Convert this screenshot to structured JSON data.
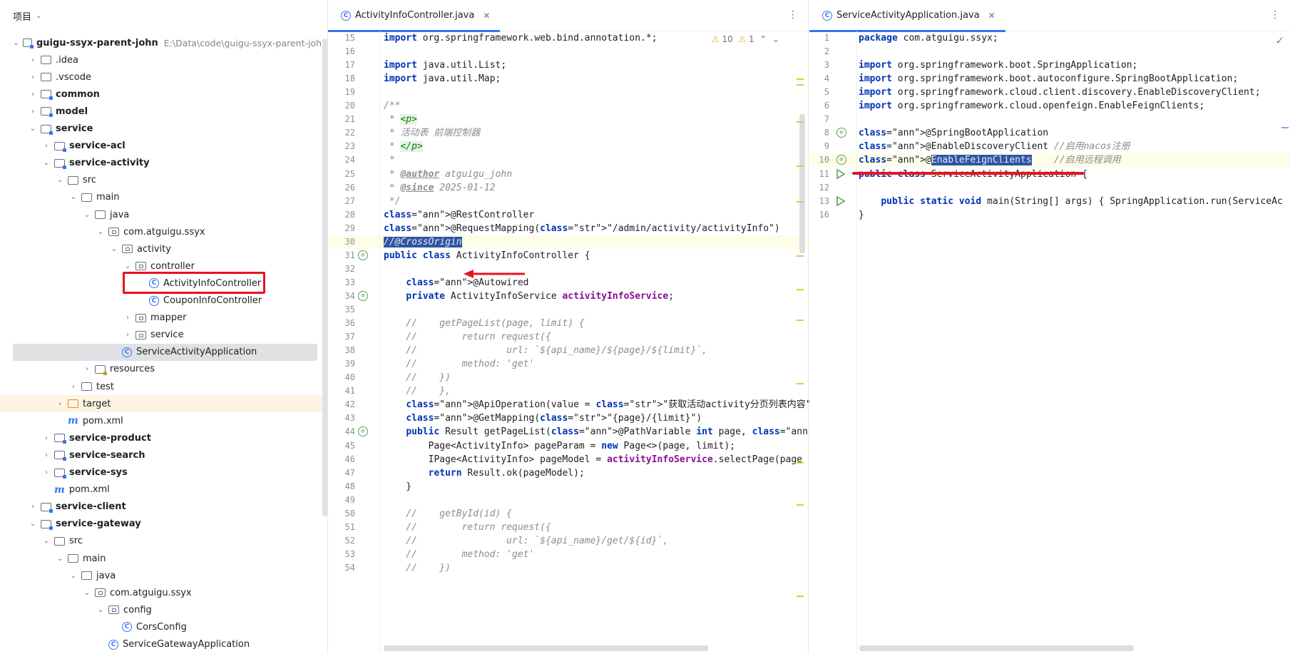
{
  "project_panel": {
    "title": "项目",
    "tree": [
      {
        "depth": 0,
        "arrow": "v",
        "icon": "module-folder",
        "label": "guigu-ssyx-parent-john",
        "bold": true,
        "path": "E:\\Data\\code\\guigu-ssyx-parent-john"
      },
      {
        "depth": 1,
        "arrow": ">",
        "icon": "folder",
        "label": ".idea"
      },
      {
        "depth": 1,
        "arrow": ">",
        "icon": "folder",
        "label": ".vscode"
      },
      {
        "depth": 1,
        "arrow": ">",
        "icon": "module-folder",
        "label": "common",
        "bold": true
      },
      {
        "depth": 1,
        "arrow": ">",
        "icon": "module-folder",
        "label": "model",
        "bold": true
      },
      {
        "depth": 1,
        "arrow": "v",
        "icon": "module-folder",
        "label": "service",
        "bold": true
      },
      {
        "depth": 2,
        "arrow": ">",
        "icon": "module-folder",
        "label": "service-acl",
        "bold": true
      },
      {
        "depth": 2,
        "arrow": "v",
        "icon": "module-folder",
        "label": "service-activity",
        "bold": true
      },
      {
        "depth": 3,
        "arrow": "v",
        "icon": "folder",
        "label": "src"
      },
      {
        "depth": 4,
        "arrow": "v",
        "icon": "folder",
        "label": "main"
      },
      {
        "depth": 5,
        "arrow": "v",
        "icon": "folder",
        "label": "java"
      },
      {
        "depth": 6,
        "arrow": "v",
        "icon": "package",
        "label": "com.atguigu.ssyx"
      },
      {
        "depth": 7,
        "arrow": "v",
        "icon": "package",
        "label": "activity"
      },
      {
        "depth": 8,
        "arrow": "v",
        "icon": "package",
        "label": "controller"
      },
      {
        "depth": 9,
        "arrow": "",
        "icon": "class",
        "label": "ActivityInfoController"
      },
      {
        "depth": 9,
        "arrow": "",
        "icon": "class",
        "label": "CouponInfoController"
      },
      {
        "depth": 8,
        "arrow": ">",
        "icon": "package",
        "label": "mapper"
      },
      {
        "depth": 8,
        "arrow": ">",
        "icon": "package",
        "label": "service"
      },
      {
        "depth": 7,
        "arrow": "",
        "icon": "class",
        "label": "ServiceActivityApplication",
        "selected": true
      },
      {
        "depth": 5,
        "arrow": ">",
        "icon": "resources-folder",
        "label": "resources"
      },
      {
        "depth": 4,
        "arrow": ">",
        "icon": "folder",
        "label": "test"
      },
      {
        "depth": 3,
        "arrow": ">",
        "icon": "orange-folder",
        "label": "target",
        "target": true
      },
      {
        "depth": 3,
        "arrow": "",
        "icon": "maven",
        "label": "pom.xml"
      },
      {
        "depth": 2,
        "arrow": ">",
        "icon": "module-folder",
        "label": "service-product",
        "bold": true
      },
      {
        "depth": 2,
        "arrow": ">",
        "icon": "module-folder",
        "label": "service-search",
        "bold": true
      },
      {
        "depth": 2,
        "arrow": ">",
        "icon": "module-folder",
        "label": "service-sys",
        "bold": true
      },
      {
        "depth": 2,
        "arrow": "",
        "icon": "maven",
        "label": "pom.xml"
      },
      {
        "depth": 1,
        "arrow": ">",
        "icon": "module-folder",
        "label": "service-client",
        "bold": true
      },
      {
        "depth": 1,
        "arrow": "v",
        "icon": "module-folder",
        "label": "service-gateway",
        "bold": true
      },
      {
        "depth": 2,
        "arrow": "v",
        "icon": "folder",
        "label": "src"
      },
      {
        "depth": 3,
        "arrow": "v",
        "icon": "folder",
        "label": "main"
      },
      {
        "depth": 4,
        "arrow": "v",
        "icon": "folder",
        "label": "java"
      },
      {
        "depth": 5,
        "arrow": "v",
        "icon": "package",
        "label": "com.atguigu.ssyx"
      },
      {
        "depth": 6,
        "arrow": "v",
        "icon": "package",
        "label": "config"
      },
      {
        "depth": 7,
        "arrow": "",
        "icon": "class",
        "label": "CorsConfig"
      },
      {
        "depth": 6,
        "arrow": "",
        "icon": "class",
        "label": "ServiceGatewayApplication"
      }
    ]
  },
  "editor_left": {
    "tab": "ActivityInfoController.java",
    "inspections": {
      "warnings": "10",
      "weak": "1"
    },
    "lines": [
      {
        "n": "15",
        "t": "import org.springframework.web.bind.annotation.*;"
      },
      {
        "n": "16",
        "t": ""
      },
      {
        "n": "17",
        "t": "import java.util.List;"
      },
      {
        "n": "18",
        "t": "import java.util.Map;"
      },
      {
        "n": "19",
        "t": ""
      },
      {
        "n": "20",
        "t": "/**"
      },
      {
        "n": "21",
        "t": " * <p>"
      },
      {
        "n": "22",
        "t": " * 活动表 前端控制器"
      },
      {
        "n": "23",
        "t": " * </p>"
      },
      {
        "n": "24",
        "t": " *"
      },
      {
        "n": "25",
        "t": " * @author atguigu_john"
      },
      {
        "n": "26",
        "t": " * @since 2025-01-12"
      },
      {
        "n": "27",
        "t": " */"
      },
      {
        "n": "28",
        "t": "@RestController"
      },
      {
        "n": "29",
        "t": "@RequestMapping(\"/admin/activity/activityInfo\")"
      },
      {
        "n": "30",
        "t": "//@CrossOrigin"
      },
      {
        "n": "31",
        "t": "public class ActivityInfoController {"
      },
      {
        "n": "32",
        "t": ""
      },
      {
        "n": "33",
        "t": "    @Autowired"
      },
      {
        "n": "34",
        "t": "    private ActivityInfoService activityInfoService;"
      },
      {
        "n": "35",
        "t": ""
      },
      {
        "n": "36",
        "t": "    //    getPageList(page, limit) {"
      },
      {
        "n": "37",
        "t": "    //        return request({"
      },
      {
        "n": "38",
        "t": "    //                url: `${api_name}/${page}/${limit}`,"
      },
      {
        "n": "39",
        "t": "    //        method: 'get'"
      },
      {
        "n": "40",
        "t": "    //    })"
      },
      {
        "n": "41",
        "t": "    //    },"
      },
      {
        "n": "42",
        "t": "    @ApiOperation(value = \"获取活动activity分页列表内容\")"
      },
      {
        "n": "43",
        "t": "    @GetMapping(\"{page}/{limit}\")"
      },
      {
        "n": "44",
        "t": "    public Result getPageList(@PathVariable int page, @PathVariable int lim"
      },
      {
        "n": "45",
        "t": "        Page<ActivityInfo> pageParam = new Page<>(page, limit);"
      },
      {
        "n": "46",
        "t": "        IPage<ActivityInfo> pageModel = activityInfoService.selectPage(page"
      },
      {
        "n": "47",
        "t": "        return Result.ok(pageModel);"
      },
      {
        "n": "48",
        "t": "    }"
      },
      {
        "n": "49",
        "t": ""
      },
      {
        "n": "50",
        "t": "    //    getById(id) {"
      },
      {
        "n": "51",
        "t": "    //        return request({"
      },
      {
        "n": "52",
        "t": "    //                url: `${api_name}/get/${id}`,"
      },
      {
        "n": "53",
        "t": "    //        method: 'get'"
      },
      {
        "n": "54",
        "t": "    //    })"
      }
    ]
  },
  "editor_right": {
    "tab": "ServiceActivityApplication.java",
    "lines": [
      {
        "n": "1",
        "t": "package com.atguigu.ssyx;"
      },
      {
        "n": "2",
        "t": ""
      },
      {
        "n": "3",
        "t": "import org.springframework.boot.SpringApplication;"
      },
      {
        "n": "4",
        "t": "import org.springframework.boot.autoconfigure.SpringBootApplication;"
      },
      {
        "n": "5",
        "t": "import org.springframework.cloud.client.discovery.EnableDiscoveryClient;"
      },
      {
        "n": "6",
        "t": "import org.springframework.cloud.openfeign.EnableFeignClients;"
      },
      {
        "n": "7",
        "t": ""
      },
      {
        "n": "8",
        "t": "@SpringBootApplication"
      },
      {
        "n": "9",
        "t": "@EnableDiscoveryClient //启用nacos注册"
      },
      {
        "n": "10",
        "t": "@EnableFeignClients    //启用远程调用"
      },
      {
        "n": "11",
        "t": "public class ServiceActivityApplication {"
      },
      {
        "n": "12",
        "t": ""
      },
      {
        "n": "13",
        "t": "    public static void main(String[] args) { SpringApplication.run(ServiceAc"
      },
      {
        "n": "16",
        "t": "}"
      }
    ]
  },
  "colors": {
    "accent": "#3574f0",
    "annotation_red": "#e6141c",
    "keyword": "#0033b3",
    "annotation": "#9e880d",
    "string": "#067d17",
    "comment": "#8c8c8c"
  }
}
